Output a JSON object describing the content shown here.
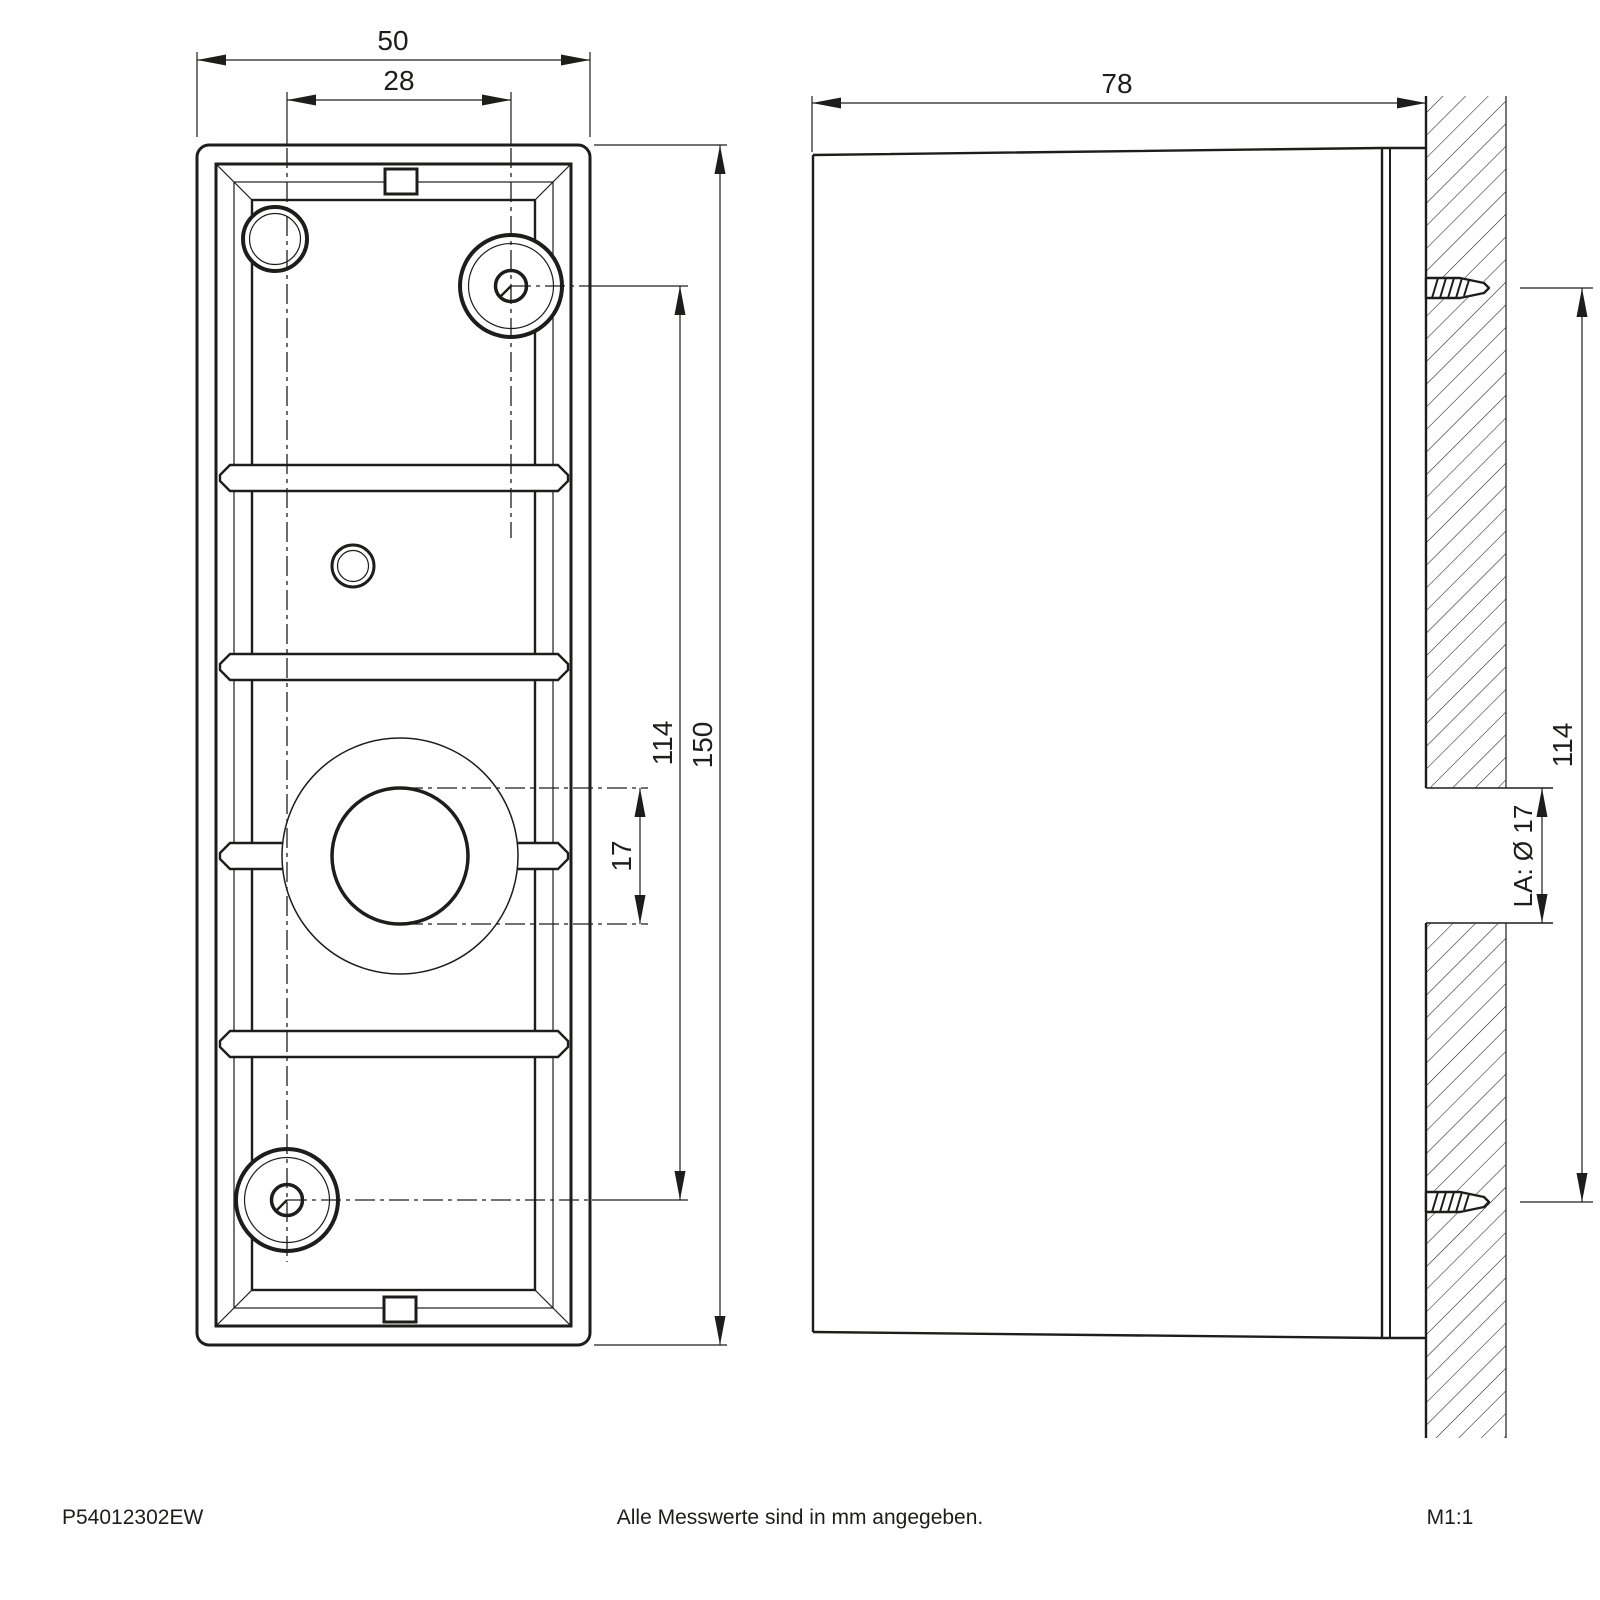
{
  "footer": {
    "product_code": "P54012302EW",
    "note": "Alle Messwerte sind in mm angegeben.",
    "scale": "M1:1"
  },
  "front_view": {
    "dim_total_width": "50",
    "dim_hole_offset_x": "28",
    "dim_total_height": "150",
    "dim_hole_spacing_y": "114",
    "dim_outlet_dia": "17"
  },
  "side_view": {
    "dim_total_depth": "78",
    "dim_screw_spacing_y": "114",
    "dim_cable_outlet": "LA: Ø 17"
  },
  "colors": {
    "line": "#1d1d1b",
    "background": "#ffffff"
  }
}
